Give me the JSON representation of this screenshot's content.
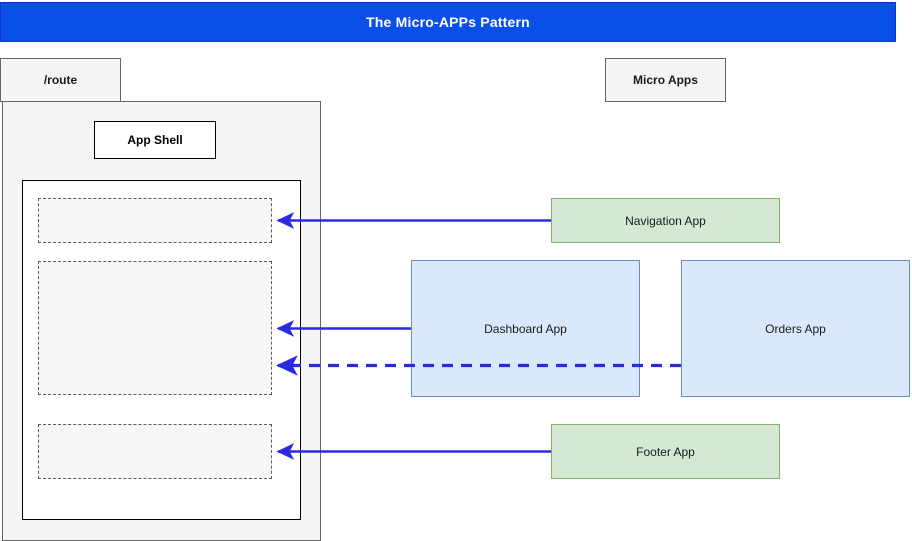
{
  "diagram": {
    "title": "The Micro-APPs Pattern",
    "title_bg": "#0A4FE8",
    "title_color": "#FFFFFF"
  },
  "left_panel": {
    "route_tab_label": "/route",
    "app_shell_label": "App Shell",
    "slots": [
      {
        "name": "header-slot",
        "label": ""
      },
      {
        "name": "content-slot",
        "label": ""
      },
      {
        "name": "footer-slot",
        "label": ""
      }
    ]
  },
  "right_panel": {
    "group_label": "Micro Apps",
    "apps": [
      {
        "label": "Navigation App",
        "fill": "#D5E8D4",
        "stroke": "#82B366",
        "kind": "green"
      },
      {
        "label": "Dashboard App",
        "fill": "#DAE8FC",
        "stroke": "#6C8EBF",
        "kind": "blue"
      },
      {
        "label": "Orders App",
        "fill": "#DAE8FC",
        "stroke": "#6C8EBF",
        "kind": "blue"
      },
      {
        "label": "Footer App",
        "fill": "#D5E8D4",
        "stroke": "#82B366",
        "kind": "green"
      }
    ]
  },
  "connectors": [
    {
      "name": "navigation-to-header-slot",
      "from": "Navigation App",
      "to": "header-slot",
      "style": "solid",
      "color": "#2A2AE0",
      "direction": "left"
    },
    {
      "name": "dashboard-to-content-slot",
      "from": "Dashboard App",
      "to": "content-slot",
      "style": "solid",
      "color": "#2A2AE0",
      "direction": "left"
    },
    {
      "name": "orders-to-content-slot",
      "from": "Orders App",
      "to": "content-slot",
      "style": "dashed",
      "color": "#2A2AE0",
      "direction": "left"
    },
    {
      "name": "footer-to-footer-slot",
      "from": "Footer App",
      "to": "footer-slot",
      "style": "solid",
      "color": "#2A2AE0",
      "direction": "left"
    }
  ],
  "palette": {
    "banner_blue": "#0A4FE8",
    "arrow_blue": "#2A2AE0",
    "panel_gray": "#F5F5F5",
    "border_gray": "#666666",
    "slot_fill": "#F7F7F7",
    "slot_border": "#5C5C5C"
  }
}
